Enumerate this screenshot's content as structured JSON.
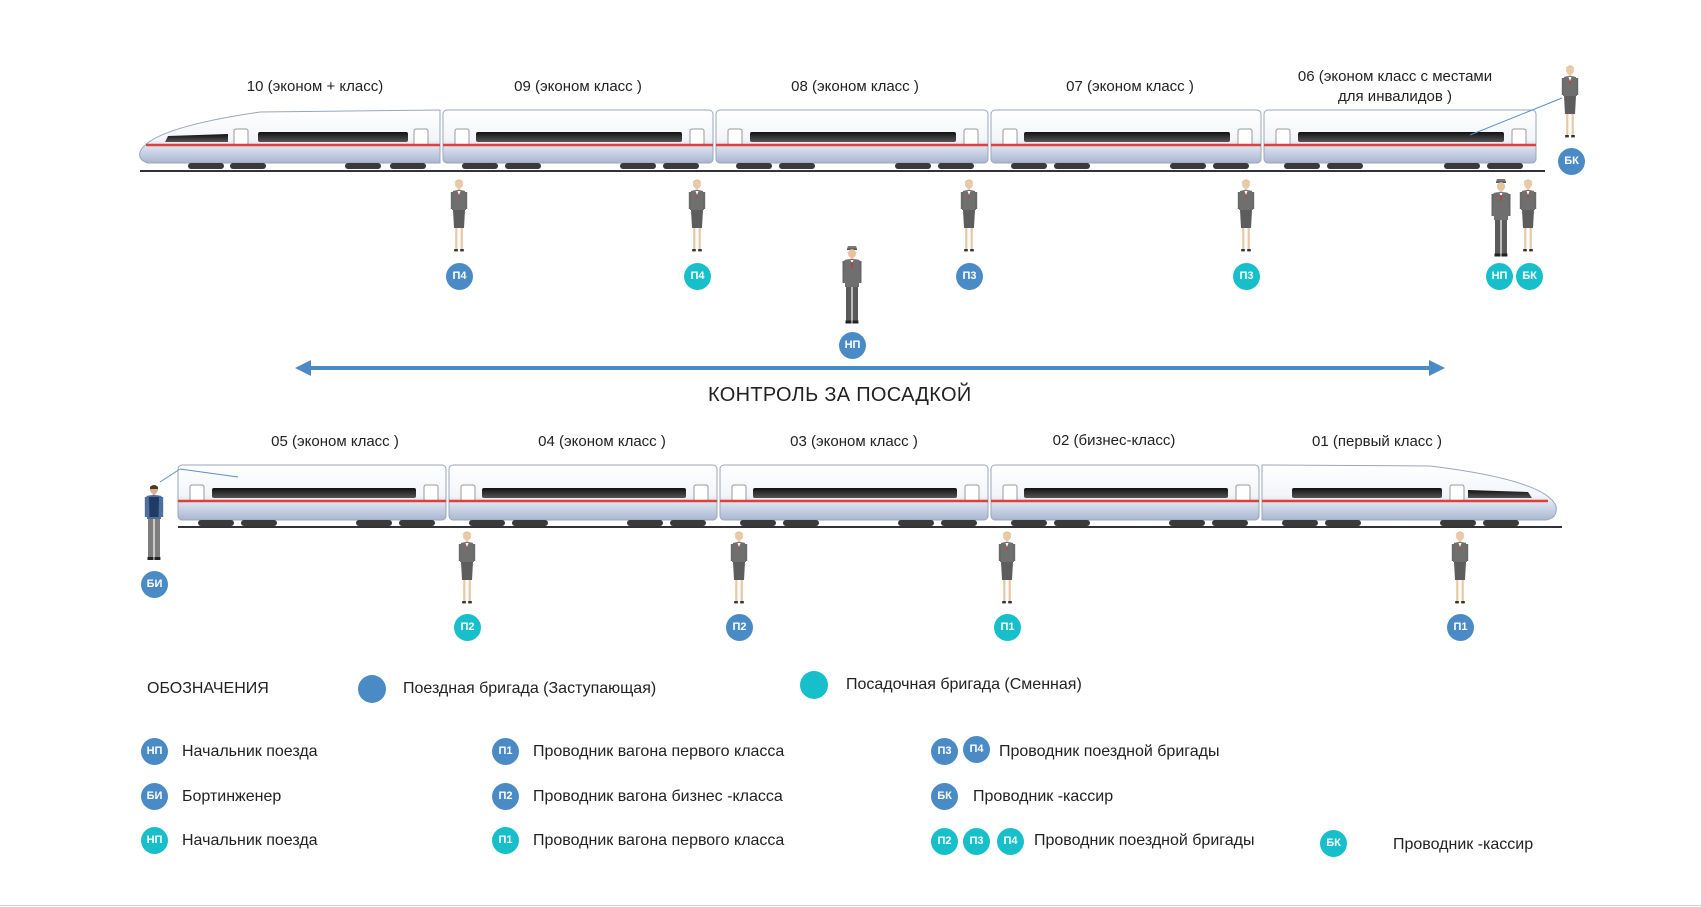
{
  "colors": {
    "train_crew": "#4a8bc6",
    "boarding_crew": "#17bfca",
    "arrow": "#4a8bc6",
    "stripe": "#e0403a"
  },
  "top_train": {
    "cars": [
      {
        "label": "10 (эконом + класс)"
      },
      {
        "label": "09 (эконом класс )"
      },
      {
        "label": "08 (эконом класс )"
      },
      {
        "label": "07 (эконом класс )"
      },
      {
        "label": "06 (эконом класс с местами для инвалидов )"
      }
    ]
  },
  "bottom_train": {
    "cars": [
      {
        "label": "05 (эконом класс )"
      },
      {
        "label": "04 (эконом класс )"
      },
      {
        "label": "03 (эконом класс )"
      },
      {
        "label": "02 (бизнес-класс)"
      },
      {
        "label": "01 (первый класс )"
      }
    ]
  },
  "control_label": "КОНТРОЛЬ ЗА ПОСАДКОЙ",
  "staff_badges": {
    "t1": "П4",
    "t2": "П4",
    "t3": "П3",
    "t4": "П3",
    "t5": "НП",
    "t6": "БК",
    "t7": "БК",
    "center": "НП",
    "b0": "БИ",
    "b1": "П2",
    "b2": "П2",
    "b3": "П1",
    "b4": "П1"
  },
  "legend": {
    "title": "ОБОЗНАЧЕНИЯ",
    "train_crew": "Поездная бригада (Заступающая)",
    "boarding_crew": "Посадочная бригада (Сменная)",
    "items": [
      {
        "badges": [
          "НП"
        ],
        "text": "Начальник поезда"
      },
      {
        "badges": [
          "БИ"
        ],
        "text": "Бортинженер"
      },
      {
        "badges": [
          "НП"
        ],
        "text": "Начальник поезда"
      },
      {
        "badges": [
          "П1"
        ],
        "text": "Проводник вагона первого класса"
      },
      {
        "badges": [
          "П2"
        ],
        "text": "Проводник вагона бизнес -класса"
      },
      {
        "badges": [
          "П1"
        ],
        "text": "Проводник вагона первого класса"
      },
      {
        "badges": [
          "П3",
          "П4"
        ],
        "text": "Проводник поездной бригады"
      },
      {
        "badges": [
          "БК"
        ],
        "text": "Проводник -кассир"
      },
      {
        "badges": [
          "П2",
          "П3",
          "П4"
        ],
        "text": "Проводник поездной бригады"
      },
      {
        "badges": [
          "БК"
        ],
        "text": "Проводник -кассир"
      }
    ]
  }
}
